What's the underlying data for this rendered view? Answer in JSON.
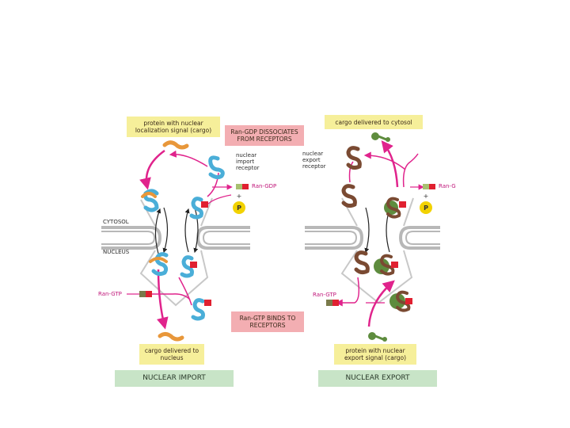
{
  "import": {
    "cargo_in_label": "protein with nuclear localization signal (cargo)",
    "receptor_label": "nuclear import receptor",
    "ran_gdp_label": "Ran-GDP",
    "pi_label": "Pᵢ",
    "ran_gtp_label": "Ran-GTP",
    "cargo_out_label": "cargo delivered to nucleus",
    "title": "NUCLEAR IMPORT"
  },
  "export": {
    "cargo_out_label": "cargo delivered to cytosol",
    "receptor_label": "nuclear export receptor",
    "ran_gdp_label": "Ran-G",
    "pi_label": "Pᵢ",
    "ran_gtp_label": "Ran-GTP",
    "cargo_in_label": "protein with nuclear export signal (cargo)",
    "title": "NUCLEAR EXPORT"
  },
  "center": {
    "dissociates_label": "Ran-GDP DISSOCIATES FROM RECEPTORS",
    "binds_label": "Ran-GTP BINDS TO RECEPTORS",
    "cytosol_label": "CYTOSOL",
    "nucleus_label": "NUCLEUS"
  },
  "colors": {
    "arrow": "#e0238c",
    "import_receptor": "#4aaed8",
    "export_receptor": "#7a4a32",
    "export_cargo": "#5e8c3e",
    "import_cargo": "#e8973a",
    "ran": "#e02030",
    "pore": "#b8b8b8",
    "pi": "#f2d200"
  }
}
